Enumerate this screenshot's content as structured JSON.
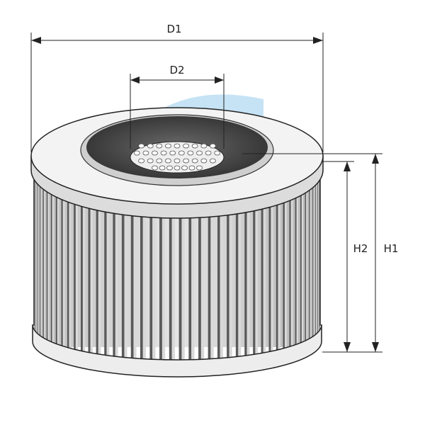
{
  "diagram": {
    "labels": {
      "d1": "D1",
      "d2": "D2",
      "h1": "H1",
      "h2": "H2"
    },
    "colors": {
      "line": "#222222",
      "pleat_dark": "#5a5a5a",
      "pleat_light": "#d9d9d9",
      "cap_top": "#f2f2f2",
      "cap_ring": "#c8c8c8",
      "inner_dark": "#4a4a4a",
      "watermark": "#5aaee0"
    },
    "pleat_count": 46
  }
}
